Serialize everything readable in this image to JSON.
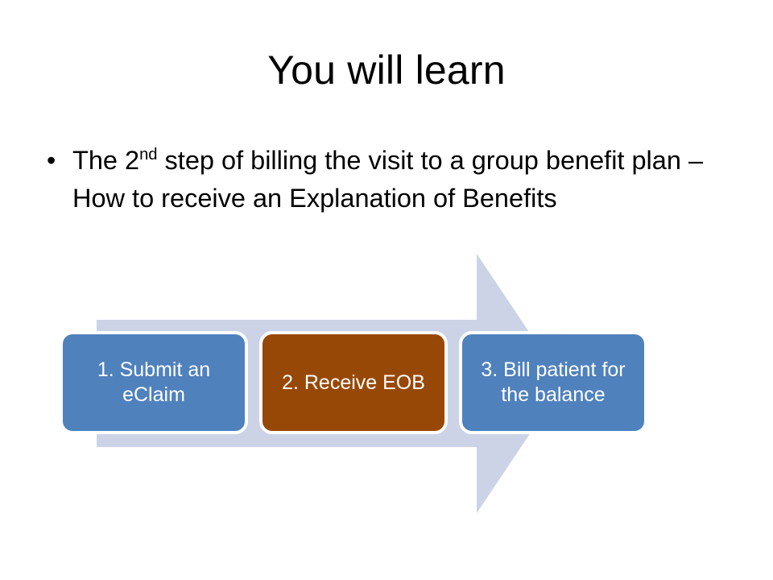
{
  "slide": {
    "title": "You will learn",
    "background_color": "#ffffff",
    "bullets": [
      {
        "bullet_glyph": "•",
        "text_before_sup": "The 2",
        "sup": "nd",
        "text_after_sup": " step of billing the visit to a group benefit plan – How to receive an Explanation of Benefits"
      }
    ],
    "diagram": {
      "arrow": {
        "name": "right-block-arrow",
        "color": "#ccd3e6"
      },
      "steps": [
        {
          "label": "1. Submit an eClaim",
          "color": "#4f81bd",
          "text_color": "#ffffff"
        },
        {
          "label": "2. Receive EOB",
          "color": "#984806",
          "text_color": "#ffffff"
        },
        {
          "label": "3. Bill patient for the balance",
          "color": "#4f81bd",
          "text_color": "#ffffff"
        }
      ]
    }
  }
}
